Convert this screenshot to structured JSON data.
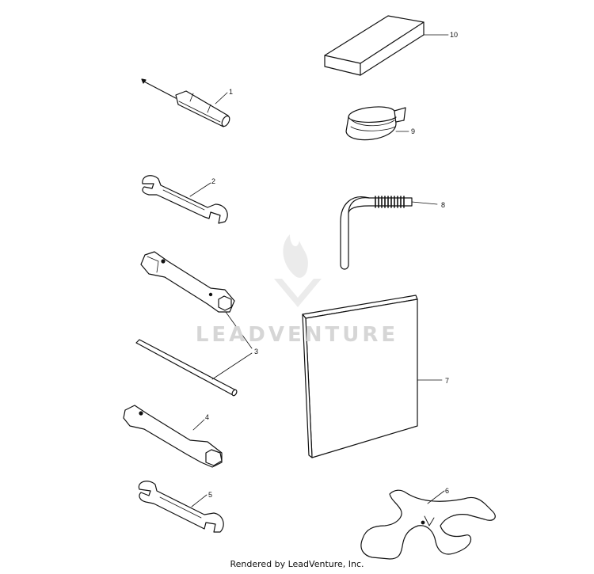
{
  "diagram": {
    "callouts": {
      "c1": "1",
      "c2": "2",
      "c3": "3",
      "c4": "4",
      "c5": "5",
      "c6": "6",
      "c7": "7",
      "c8": "8",
      "c9": "9",
      "c10": "10"
    },
    "parts": [
      {
        "id": "screwdriver",
        "callout": "1"
      },
      {
        "id": "open-end-wrench",
        "callout": "2"
      },
      {
        "id": "tube-socket-wrench-large",
        "callout": "3"
      },
      {
        "id": "tommy-bar",
        "callout": "3"
      },
      {
        "id": "tube-socket-wrench-small",
        "callout": "4"
      },
      {
        "id": "open-end-wrench-small",
        "callout": "5"
      },
      {
        "id": "spanner-tool",
        "callout": "6"
      },
      {
        "id": "owners-manual",
        "callout": "7"
      },
      {
        "id": "hex-key",
        "callout": "8"
      },
      {
        "id": "tape-strap",
        "callout": "9"
      },
      {
        "id": "pad-block",
        "callout": "10"
      }
    ]
  },
  "watermark": {
    "text": "LEADVENTURE",
    "logo_icon": "leadventure-flame-logo"
  },
  "footer": {
    "text": "Rendered by LeadVenture, Inc."
  }
}
